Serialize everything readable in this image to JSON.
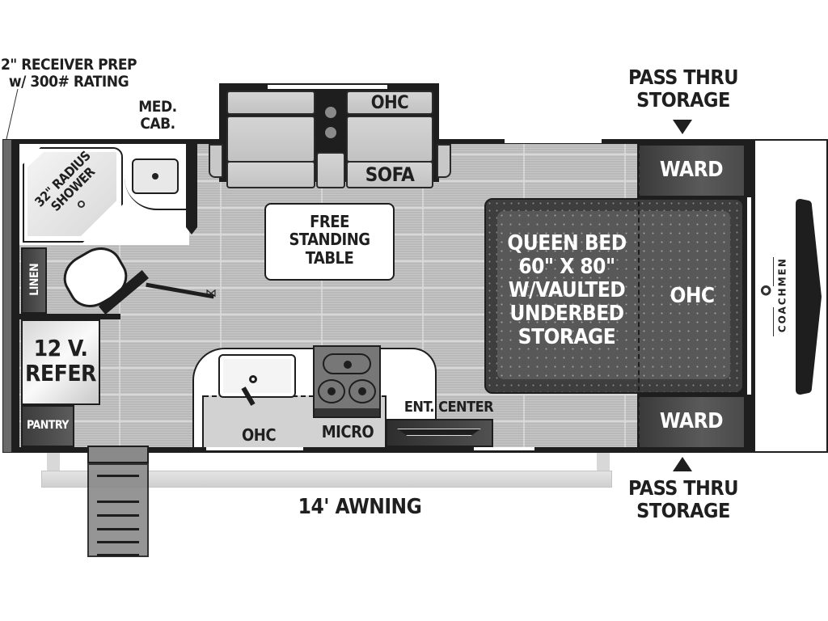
{
  "floorplan": {
    "brand": "COACHMEN",
    "colors": {
      "wall": "#1e1e1e",
      "floor": "#b9b9b9",
      "cabinet_dark": "#4a4a4a",
      "bed": "#3e3e3e",
      "white": "#ffffff",
      "text": "#1f1f1f"
    },
    "callouts": {
      "receiver_prep": [
        "2\" RECEIVER PREP",
        "w/ 300# RATING"
      ],
      "med_cab": [
        "MED.",
        "CAB."
      ],
      "pass_thru_top": [
        "PASS THRU",
        "STORAGE"
      ],
      "pass_thru_bottom": [
        "PASS THRU",
        "STORAGE"
      ],
      "awning": "14' AWNING"
    },
    "rooms": {
      "shower": [
        "32\" RADIUS",
        "SHOWER"
      ],
      "linen": "LINEN",
      "refer": [
        "12 V.",
        "REFER"
      ],
      "pantry": "PANTRY",
      "sofa_ohc": "OHC",
      "sofa": "SOFA",
      "table": [
        "FREE",
        "STANDING",
        "TABLE"
      ],
      "kitchen_ohc": "OHC",
      "micro": "MICRO",
      "ent_center": "ENT. CENTER",
      "ward_top": "WARD",
      "ward_bottom": "WARD",
      "bed": [
        "QUEEN BED",
        "60\" X 80\"",
        "W/VAULTED",
        "UNDERBED",
        "STORAGE"
      ],
      "bed_ohc": "OHC"
    },
    "icons": {
      "pass_thru_top_arrow": "triangle-down",
      "pass_thru_bottom_arrow": "triangle-up",
      "front_cap_arrow": "chevron-right",
      "entry_steps": "steps"
    }
  }
}
